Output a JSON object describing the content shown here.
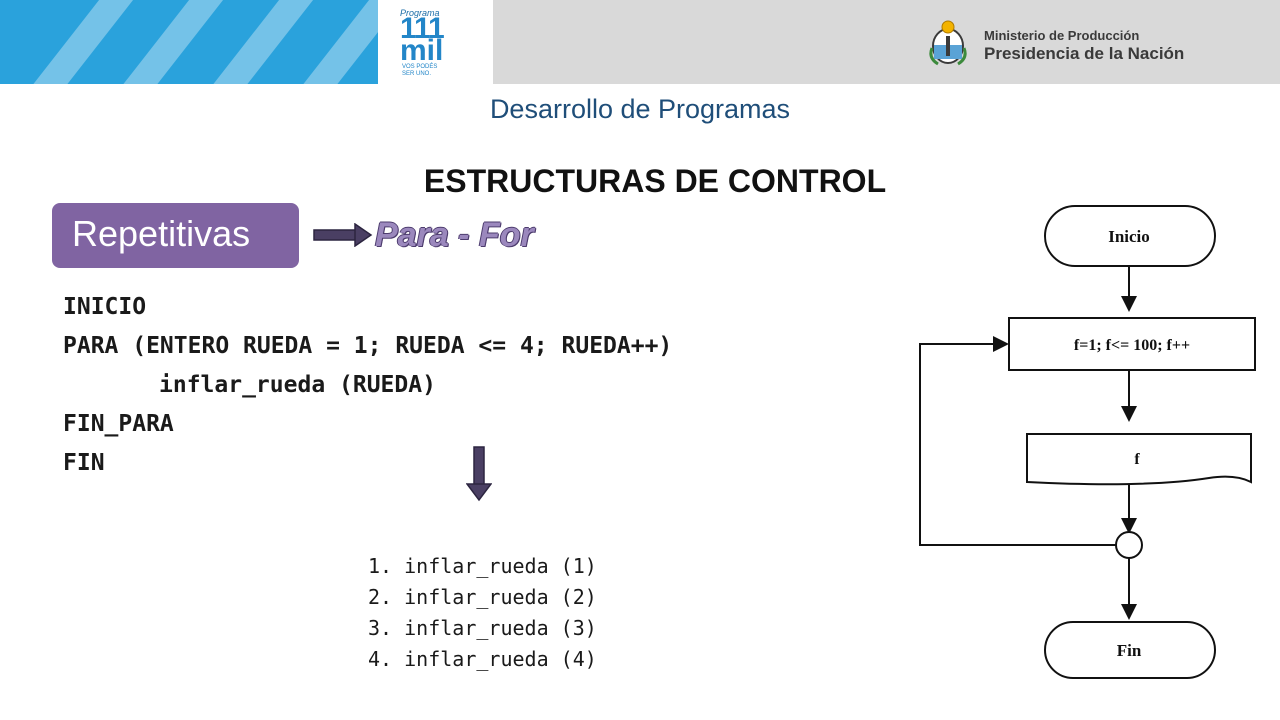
{
  "header": {
    "logo": {
      "programa": "Programa",
      "number": "111",
      "word": "mil",
      "tagline": "VOS PODÉS SER UNO."
    },
    "ministry": {
      "line1": "Ministerio de Producción",
      "line2": "Presidencia de la Nación"
    },
    "colors": {
      "banner_blue": "#2aa2dc",
      "banner_gray": "#d9d9d9"
    }
  },
  "slide": {
    "subtitle": "Desarrollo de Programas",
    "title": "ESTRUCTURAS DE CONTROL",
    "category_label": "Repetitivas",
    "category_color": "#8064a2",
    "structure_label": "Para - For"
  },
  "code": {
    "lines": [
      "INICIO",
      "PARA (ENTERO RUEDA = 1; RUEDA <= 4; RUEDA++)",
      "inflar_rueda (RUEDA)",
      "FIN_PARA",
      "FIN"
    ]
  },
  "results": [
    "1. inflar_rueda (1)",
    "2. inflar_rueda (2)",
    "3. inflar_rueda (3)",
    "4. inflar_rueda (4)"
  ],
  "flowchart": {
    "start": "Inicio",
    "loop": "f=1;  f<= 100;  f++",
    "body": "f",
    "end": "Fin"
  }
}
